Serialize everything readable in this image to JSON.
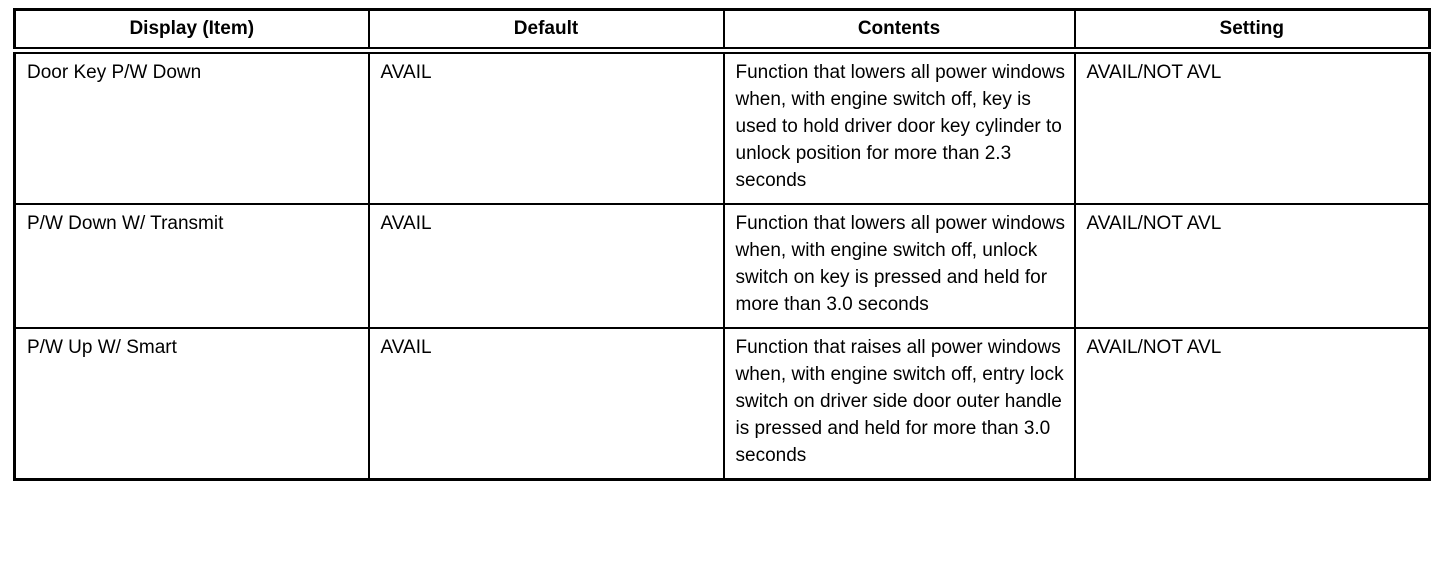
{
  "colors": {
    "border": "#000000",
    "text": "#000000",
    "background": "#ffffff"
  },
  "table": {
    "columns": [
      {
        "label": "Display (Item)"
      },
      {
        "label": "Default"
      },
      {
        "label": "Contents"
      },
      {
        "label": "Setting"
      }
    ],
    "rows": [
      {
        "display_item": "Door Key P/W Down",
        "default": "AVAIL",
        "contents": "Function that lowers all power windows when, with engine switch off, key is used to hold driver door key cylinder to unlock position for more than 2.3 seconds",
        "setting": "AVAIL/NOT AVL"
      },
      {
        "display_item": "P/W Down W/ Transmit",
        "default": "AVAIL",
        "contents": "Function that lowers all power windows when, with engine switch off, unlock switch on key is pressed and held for more than 3.0 seconds",
        "setting": "AVAIL/NOT AVL"
      },
      {
        "display_item": "P/W Up W/ Smart",
        "default": "AVAIL",
        "contents": "Function that raises all power windows when, with engine switch off, entry lock switch on driver side door outer handle is pressed and held for more than 3.0 seconds",
        "setting": "AVAIL/NOT AVL"
      }
    ]
  }
}
